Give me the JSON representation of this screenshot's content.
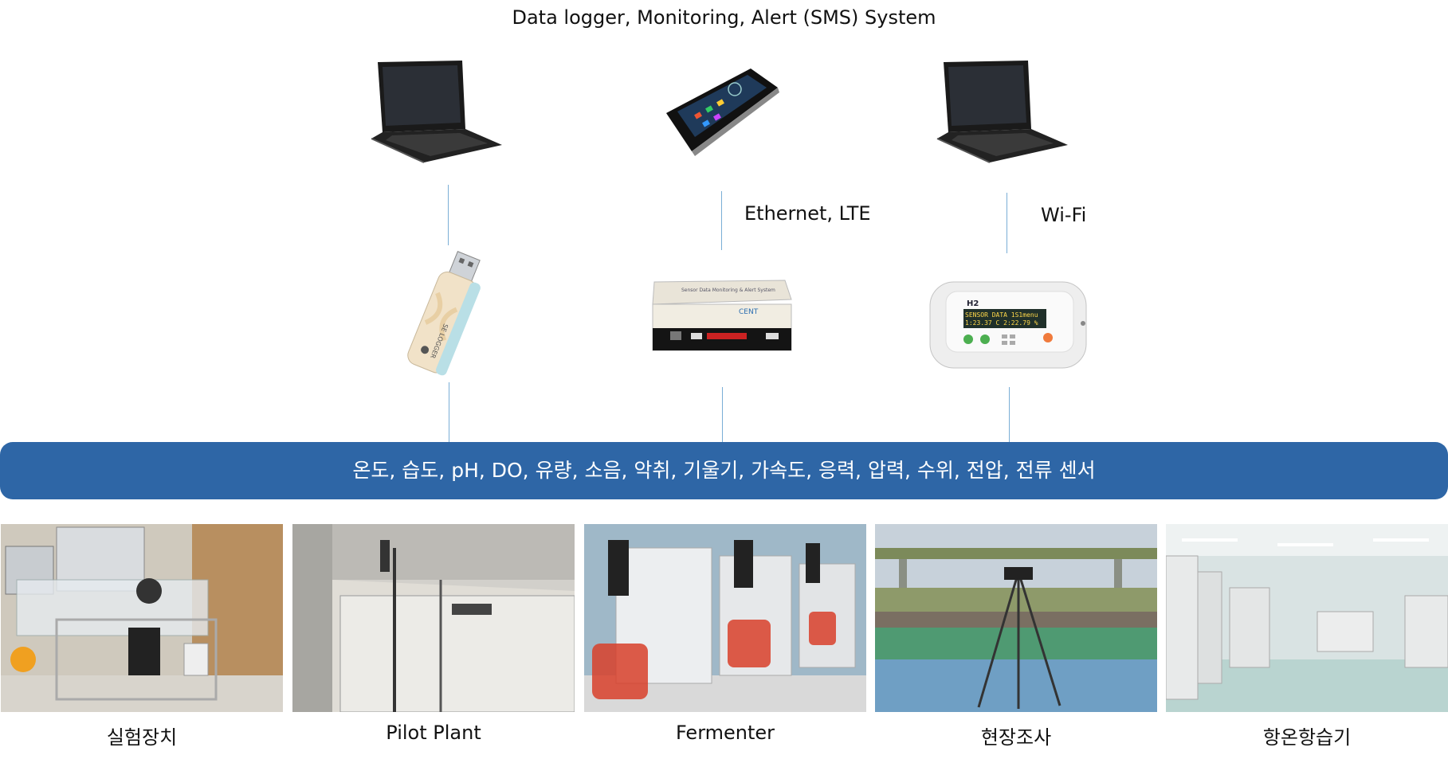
{
  "title": "Data logger, Monitoring, Alert (SMS) System",
  "links": {
    "ethernet_lte": "Ethernet, LTE",
    "wifi": "Wi-Fi"
  },
  "sensor_bar": "온도, 습도, pH, DO, 유량, 소음, 악취, 기울기, 가속도, 응력, 압력, 수위, 전압, 전류 센서",
  "devices": {
    "usb_brand": "SE LOGGER",
    "gateway_text": "Sensor Data Monitoring & Alert System",
    "gateway_brand": "CENT",
    "monitor_logo": "H2",
    "monitor_line1": "SENSOR DATA  1S1menu",
    "monitor_line2": "1:23.37 C  2:22.79 %"
  },
  "sites": [
    {
      "caption": "실험장치"
    },
    {
      "caption": "Pilot Plant"
    },
    {
      "caption": "Fermenter"
    },
    {
      "caption": "현장조사"
    },
    {
      "caption": "항온항습기"
    }
  ],
  "colors": {
    "banner": "#2e66a6",
    "connector": "#7aaed6"
  }
}
